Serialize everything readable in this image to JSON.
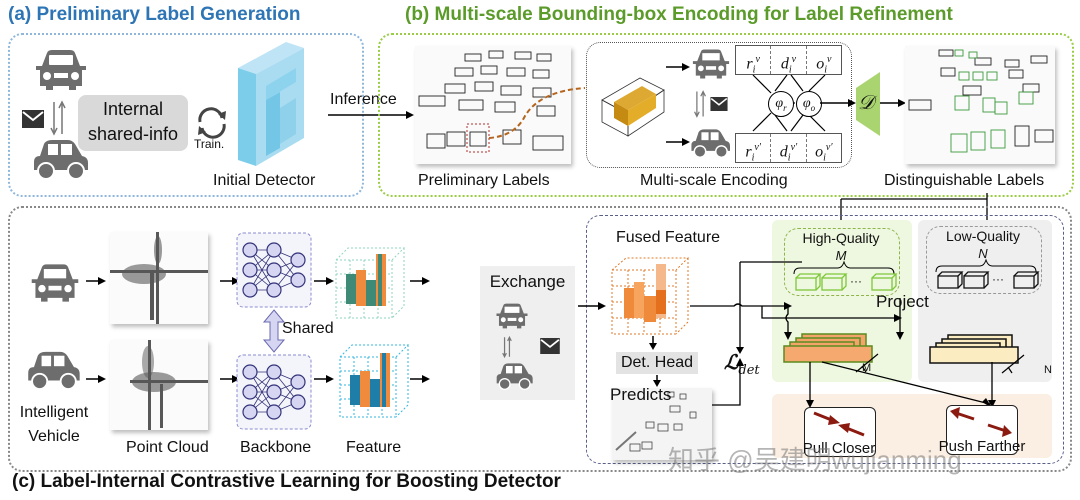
{
  "sections": {
    "a": {
      "title": "(a) Preliminary Label Generation",
      "title_color": "#2e75b6",
      "shared_info_label": "Internal shared-info",
      "shared_info_line1": "Internal",
      "shared_info_line2": "shared-info",
      "train_label": "Train.",
      "detector_label": "Initial Detector",
      "inference_label": "Inference"
    },
    "b": {
      "title": "(b) Multi-scale Bounding-box Encoding for Label Refinement",
      "title_color": "#5b9b2a",
      "preliminary_labels": "Preliminary Labels",
      "multiscale_encoding": "Multi-scale Encoding",
      "distinguishable_labels": "Distinguishable Labels",
      "top_row": [
        "r_i^v",
        "d_i^v",
        "o_i^v"
      ],
      "bottom_row": [
        "r_i^v'",
        "d_i^v'",
        "o_i^v'"
      ],
      "phi_r": "φr",
      "phi_o": "φo",
      "decoder": "𝒟"
    },
    "c": {
      "title": "(c) Label-Internal Contrastive Learning for Boosting Detector",
      "title_color": "#111111",
      "intelligent_vehicle_line1": "Intelligent",
      "intelligent_vehicle_line2": "Vehicle",
      "point_cloud": "Point Cloud",
      "backbone": "Backbone",
      "shared": "Shared",
      "feature": "Feature",
      "exchange": "Exchange",
      "fused_feature": "Fused Feature",
      "det_head": "Det. Head",
      "predicts": "Predicts",
      "loss": "ℒdet",
      "loss_main": "ℒ",
      "loss_sub": "det",
      "high_quality": "High-Quality",
      "low_quality": "Low-Quality",
      "m_label": "M",
      "n_label": "N",
      "ellipsis": "···",
      "project": "Project",
      "pull_closer": "Pull Closer",
      "push_farther": "Push Farther"
    }
  },
  "colors": {
    "icon_gray": "#6d6d6d",
    "high_quality_bg": "#eef7df",
    "low_quality_bg": "#efefef",
    "contrast_bg": "#fbeee2",
    "arrow_red": "#8b1a10",
    "orange": "#f4a46a",
    "cream": "#fbecc2"
  },
  "watermark": "知乎 @吴建明wujianming"
}
